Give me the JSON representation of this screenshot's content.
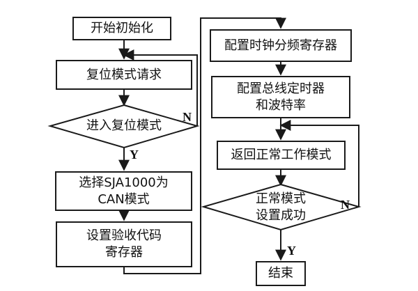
{
  "left_column": {
    "start_init": "开始初始化",
    "reset_request": "复位模式请求",
    "enter_reset_decision": "进入复位模式",
    "select_mode_line1": "选择SJA1000为",
    "select_mode_line2": "CAN模式",
    "set_acceptance_line1": "设置验收代码",
    "set_acceptance_line2": "寄存器"
  },
  "right_column": {
    "clock_divider": "配置时钟分频寄存器",
    "bus_timing_line1": "配置总线定时器",
    "bus_timing_line2": "和波特率",
    "return_normal": "返回正常工作模式",
    "normal_success_line1": "正常模式",
    "normal_success_line2": "设置成功",
    "end": "结束"
  },
  "branch_labels": {
    "left_yes": "Y",
    "left_no": "N",
    "right_yes": "Y",
    "right_no": "N"
  }
}
